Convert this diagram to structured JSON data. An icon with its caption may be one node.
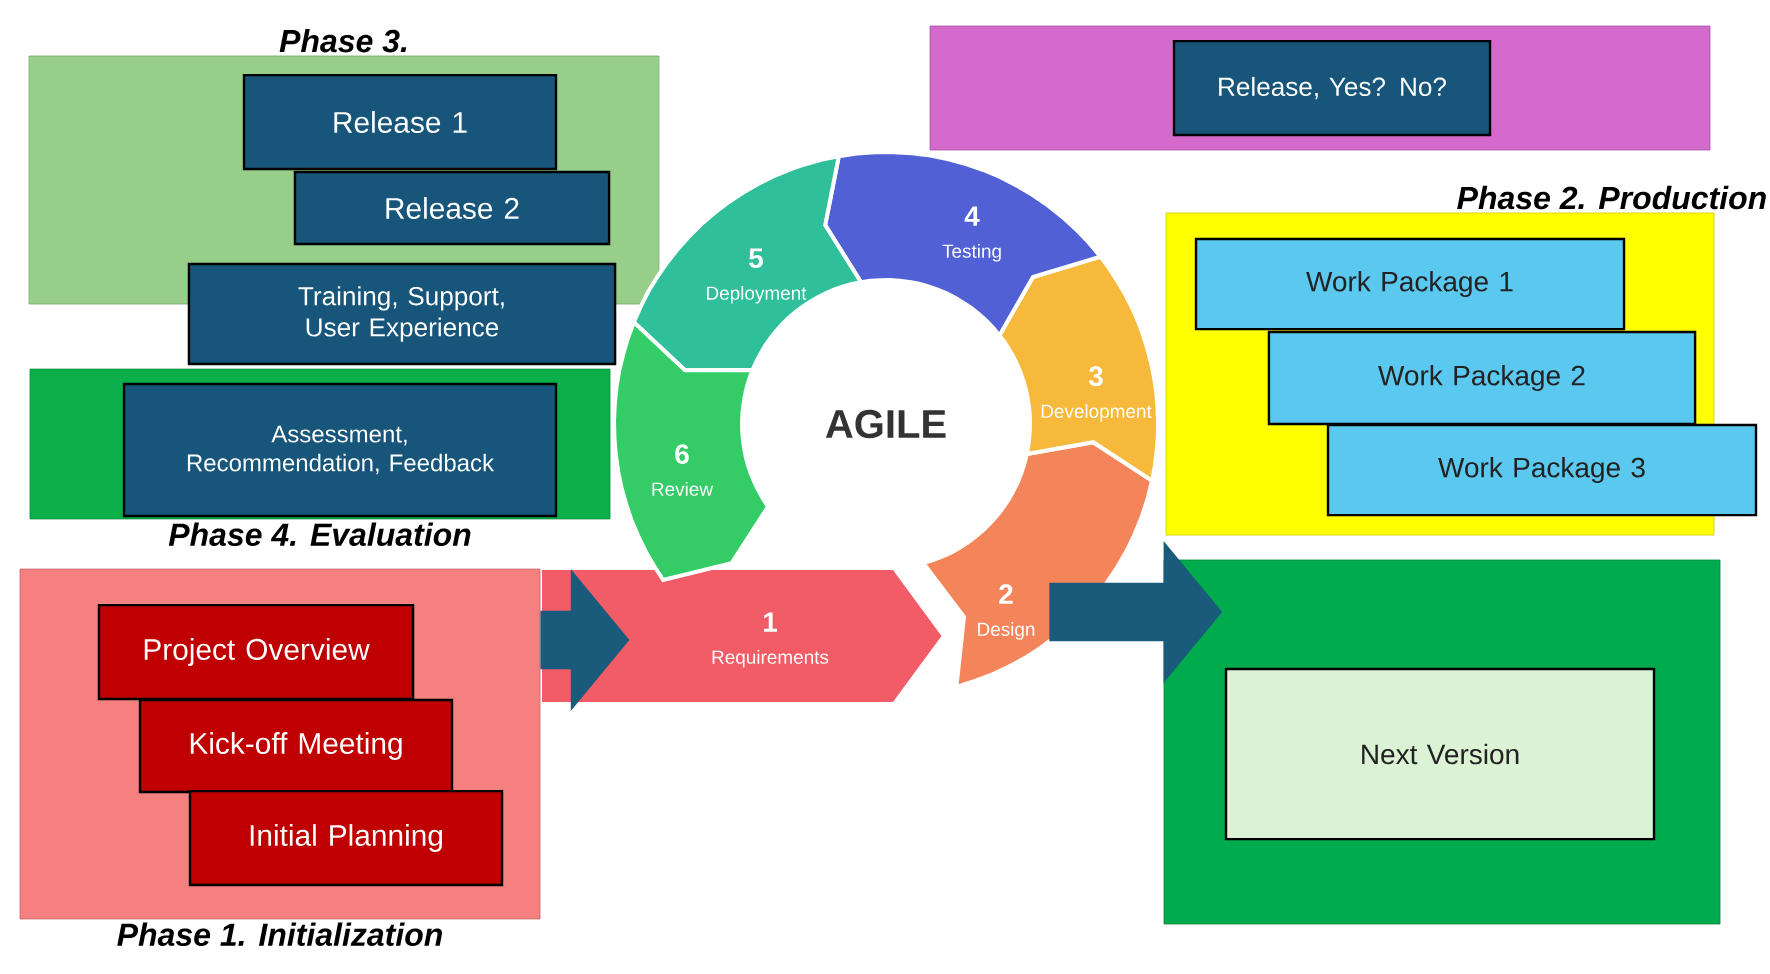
{
  "diagram": {
    "nodes": [
      {
        "text": [
          "Phase 3."
        ]
      },
      {
        "text": [
          "Release 1"
        ],
        "in": 0
      },
      {
        "text": [
          "Release 2"
        ],
        "in": 0
      },
      {
        "text": [
          "Training, Support, User Experience"
        ]
      },
      {
        "text": [],
        "shape": "box"
      },
      {
        "text": [
          "Release, Yes? No?"
        ],
        "in": 4
      },
      {
        "text": [
          "Phase 2. Production"
        ]
      },
      {
        "text": [
          "Work Package 1"
        ],
        "in": 6
      },
      {
        "text": [
          "Work Package 2"
        ],
        "in": 6
      },
      {
        "text": [
          "Work Package 3"
        ]
      },
      {
        "text": [
          "Phase 4. Evaluation"
        ]
      },
      {
        "text": [
          "Assessment, Recommendation, Feedback"
        ],
        "in": 10
      },
      {
        "text": [
          "AGILE"
        ]
      },
      {
        "text": [
          "1",
          "Requirements"
        ]
      },
      {
        "text": [
          "2",
          "Design"
        ]
      },
      {
        "text": [
          "3",
          "Development"
        ]
      },
      {
        "text": [
          "4",
          "Testing"
        ]
      },
      {
        "text": [
          "5",
          "Deployment"
        ]
      },
      {
        "text": [
          "6",
          "Review"
        ]
      },
      {
        "text": [
          "Phase 1. Initialization"
        ]
      },
      {
        "text": [
          "Project Overview"
        ],
        "in": 19
      },
      {
        "text": [
          "Kick-off Meeting"
        ],
        "in": 19
      },
      {
        "text": [
          "Initial Planning"
        ],
        "in": 19
      },
      {
        "text": [],
        "shape": "box"
      },
      {
        "text": [
          "Next Version"
        ],
        "in": 23
      }
    ],
    "edges": [
      {
        "from": 19,
        "to": 13,
        "arrow": "to"
      },
      {
        "from": 14,
        "to": 23,
        "arrow": "to"
      }
    ]
  }
}
